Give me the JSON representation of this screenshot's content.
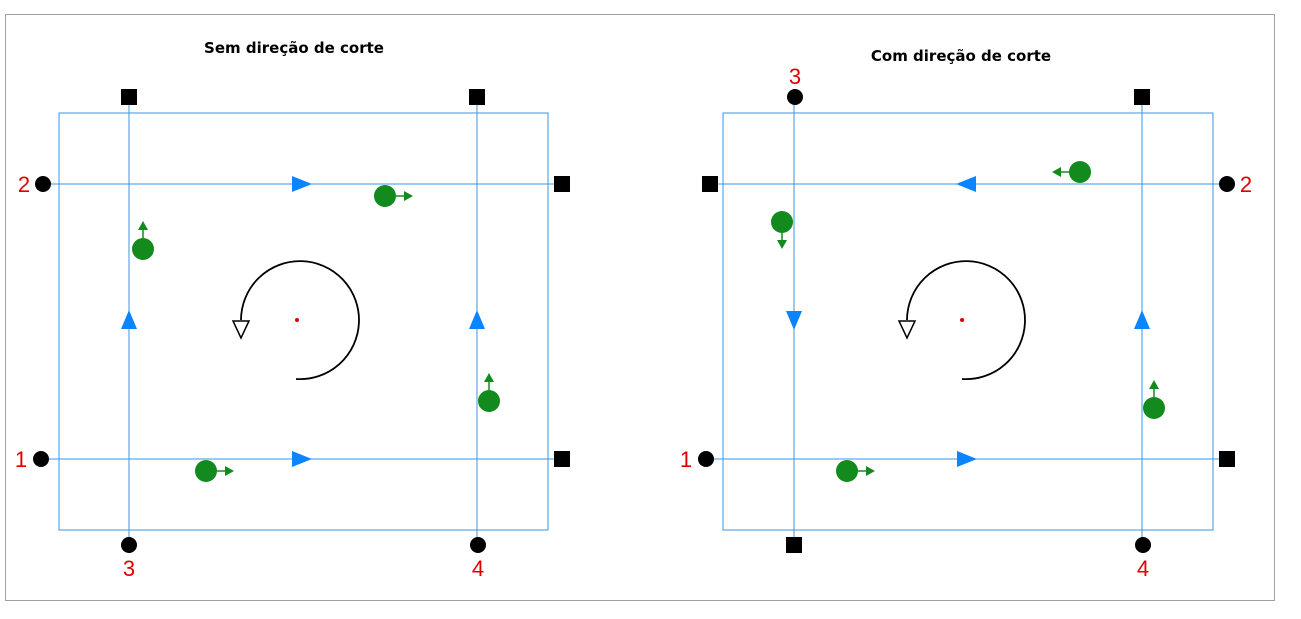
{
  "colors": {
    "line": "#3a95e0",
    "arrow": "#0a84ff",
    "tool": "#128a1e",
    "label": "#e00000",
    "marker": "#000000",
    "center": "#e00000"
  },
  "panels": [
    {
      "title": "Sem direção de corte",
      "labels": {
        "row_top": "2",
        "row_bottom": "1",
        "col_left": "3",
        "col_right": "4"
      }
    },
    {
      "title": "Com direção de corte",
      "labels": {
        "row_top": "2",
        "row_bottom": "1",
        "col_left": "3",
        "col_right": "4"
      }
    }
  ]
}
